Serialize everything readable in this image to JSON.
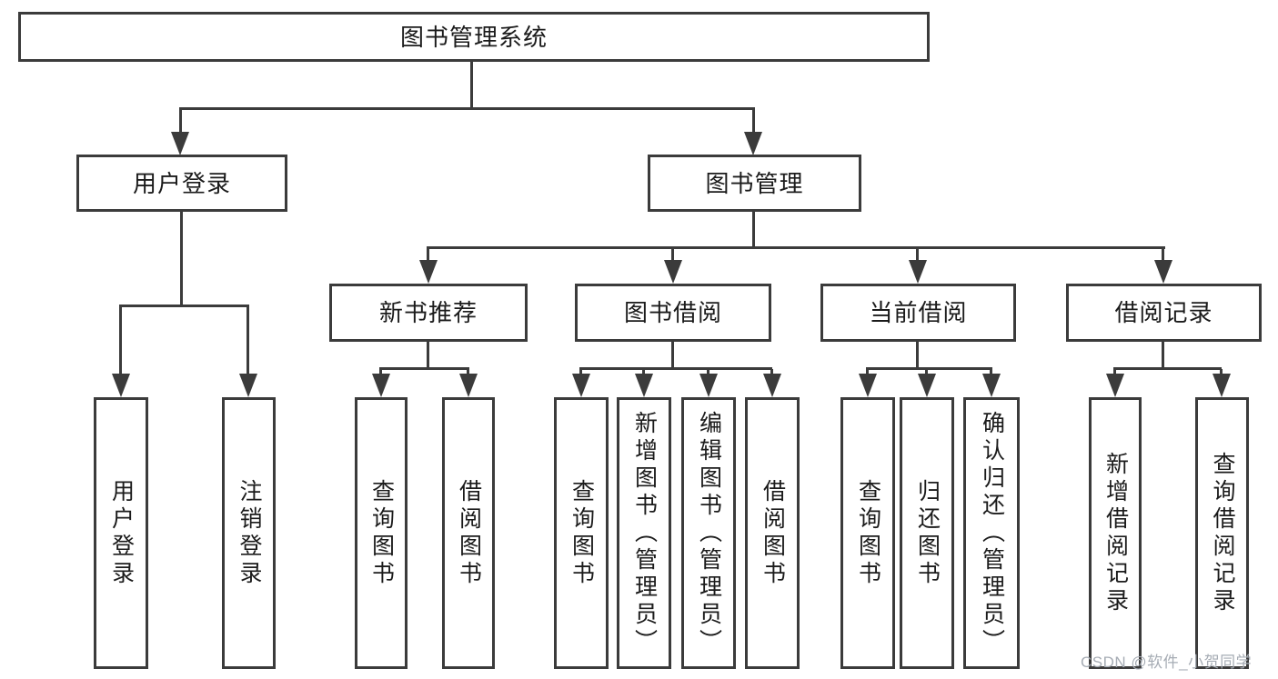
{
  "diagram_title": "图书管理系统",
  "tree": {
    "root": {
      "label": "图书管理系统"
    },
    "branches": [
      {
        "label": "用户登录",
        "children": [
          {
            "label": "用户登录"
          },
          {
            "label": "注销登录"
          }
        ]
      },
      {
        "label": "图书管理",
        "children": [
          {
            "label": "新书推荐",
            "children": [
              {
                "label": "查询图书"
              },
              {
                "label": "借阅图书"
              }
            ]
          },
          {
            "label": "图书借阅",
            "children": [
              {
                "label": "查询图书"
              },
              {
                "label": "新增图书（管理员）"
              },
              {
                "label": "编辑图书（管理员）"
              },
              {
                "label": "借阅图书"
              }
            ]
          },
          {
            "label": "当前借阅",
            "children": [
              {
                "label": "查询图书"
              },
              {
                "label": "归还图书"
              },
              {
                "label": "确认归还（管理员）"
              }
            ]
          },
          {
            "label": "借阅记录",
            "children": [
              {
                "label": "新增借阅记录"
              },
              {
                "label": "查询借阅记录"
              }
            ]
          }
        ]
      }
    ]
  },
  "watermark": {
    "text": "CSDN @软件_小贺同学",
    "color": "#a6acb4"
  },
  "colors": {
    "line": "#3b3b3b",
    "box_border": "#3b3b3b",
    "text": "#1b1b1b",
    "background": "#ffffff"
  }
}
